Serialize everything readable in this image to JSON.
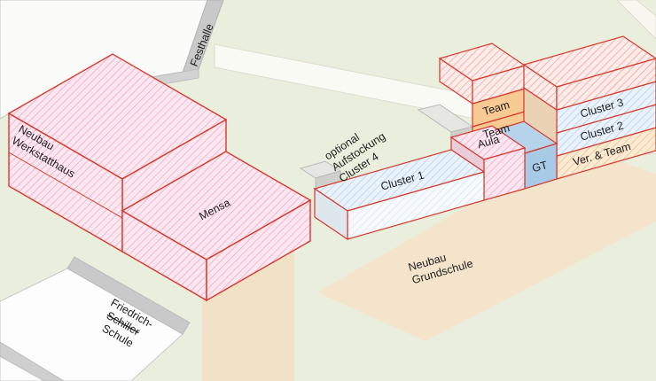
{
  "diagram": {
    "type": "architectural-site-massing-axonometric",
    "context_buildings": {
      "festhalle": "Festhalle",
      "friedrich_line1": "Friedrich-",
      "friedrich_line2": "Schiller",
      "friedrich_line3": "Schule"
    },
    "werkstatt_building": {
      "name_line1": "Neubau",
      "name_line2": "Werkstatthaus",
      "mensa": "Mensa"
    },
    "school_building": {
      "cluster1": "Cluster 1",
      "aula": "Aula",
      "gt": "GT",
      "team_upper": "Team",
      "team_lower": "Team",
      "cluster3": "Cluster 3",
      "cluster2": "Cluster 2",
      "ver_team": "Ver. & Team",
      "annotation_line1": "optional",
      "annotation_line2": "Aufstockung",
      "annotation_line3": "Cluster 4",
      "ground_label_line1": "Neubau",
      "ground_label_line2": "Grundschule"
    },
    "colors": {
      "outline_red": "#d6392c",
      "hatch_pink": "#f09ebc",
      "hatch_blue": "#aacbe8",
      "hatch_red": "#f0958a",
      "hatch_orange": "#f0b87a",
      "grass_green": "#eaeedd",
      "yard_beige": "#f3e4cb",
      "context_gray": "#c9c9c9"
    }
  }
}
